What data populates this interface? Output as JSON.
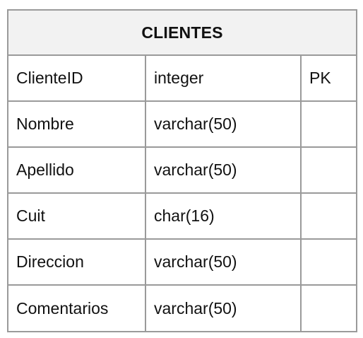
{
  "entity": {
    "title": "CLIENTES",
    "fields": [
      {
        "name": "ClienteID",
        "type": "integer",
        "key": "PK"
      },
      {
        "name": "Nombre",
        "type": "varchar(50)",
        "key": ""
      },
      {
        "name": "Apellido",
        "type": "varchar(50)",
        "key": ""
      },
      {
        "name": "Cuit",
        "type": "char(16)",
        "key": ""
      },
      {
        "name": "Direccion",
        "type": "varchar(50)",
        "key": ""
      },
      {
        "name": "Comentarios",
        "type": "varchar(50)",
        "key": ""
      }
    ]
  }
}
